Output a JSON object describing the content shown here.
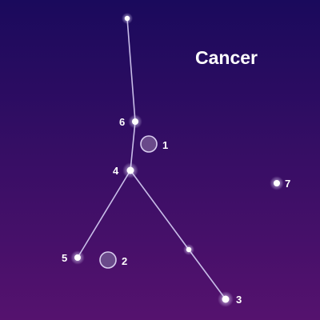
{
  "title": "Cancer",
  "colors": {
    "sky_top": "#1a0a5c",
    "sky_bottom": "#55126e",
    "line": "#c8bde8",
    "star": "#ffffff",
    "star_glow": "#e6ddff",
    "deep_sky_fill": "#6a4a8a",
    "deep_sky_stroke": "#d8cdef"
  },
  "stars": [
    {
      "id": "top",
      "label": ""
    },
    {
      "id": "s6",
      "label": "6"
    },
    {
      "id": "s4",
      "label": "4"
    },
    {
      "id": "s5",
      "label": "5"
    },
    {
      "id": "mid",
      "label": ""
    },
    {
      "id": "s3",
      "label": "3"
    },
    {
      "id": "s7",
      "label": "7"
    }
  ],
  "deep_sky_objects": [
    {
      "id": "m1",
      "label": "1"
    },
    {
      "id": "m2",
      "label": "2"
    }
  ],
  "lines": [
    [
      "top",
      "s6"
    ],
    [
      "s6",
      "s4"
    ],
    [
      "s4",
      "s5"
    ],
    [
      "s4",
      "mid"
    ],
    [
      "mid",
      "s3"
    ]
  ]
}
